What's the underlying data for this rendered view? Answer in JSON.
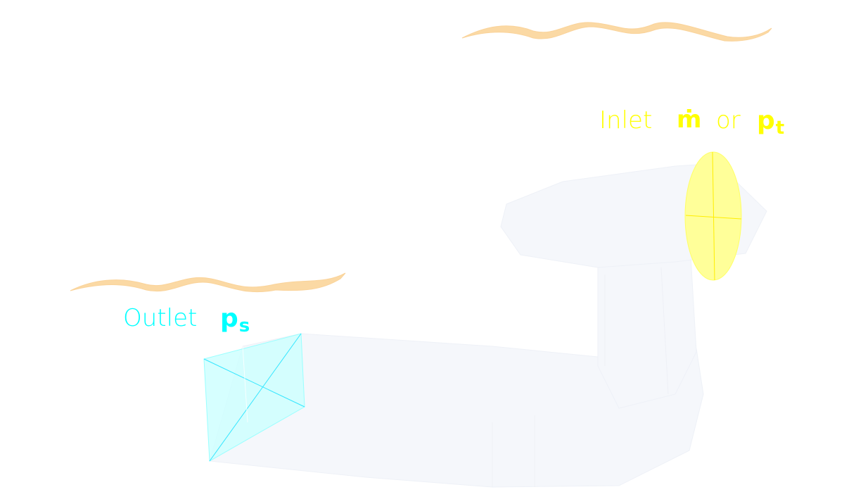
{
  "colors": {
    "inlet": "#ffff00",
    "outlet": "#00ffff",
    "wave": "#fbd9a4",
    "duct": "#f4f6fb",
    "inlet_face": "#ffff99",
    "outlet_face": "#ccffff"
  },
  "inlet": {
    "word": "Inlet",
    "mass_flow_symbol": "ṁ",
    "or": "or",
    "pressure_symbol": "p",
    "pressure_subscript": "t"
  },
  "outlet": {
    "word": "Outlet",
    "pressure_symbol": "p",
    "pressure_subscript": "s"
  }
}
